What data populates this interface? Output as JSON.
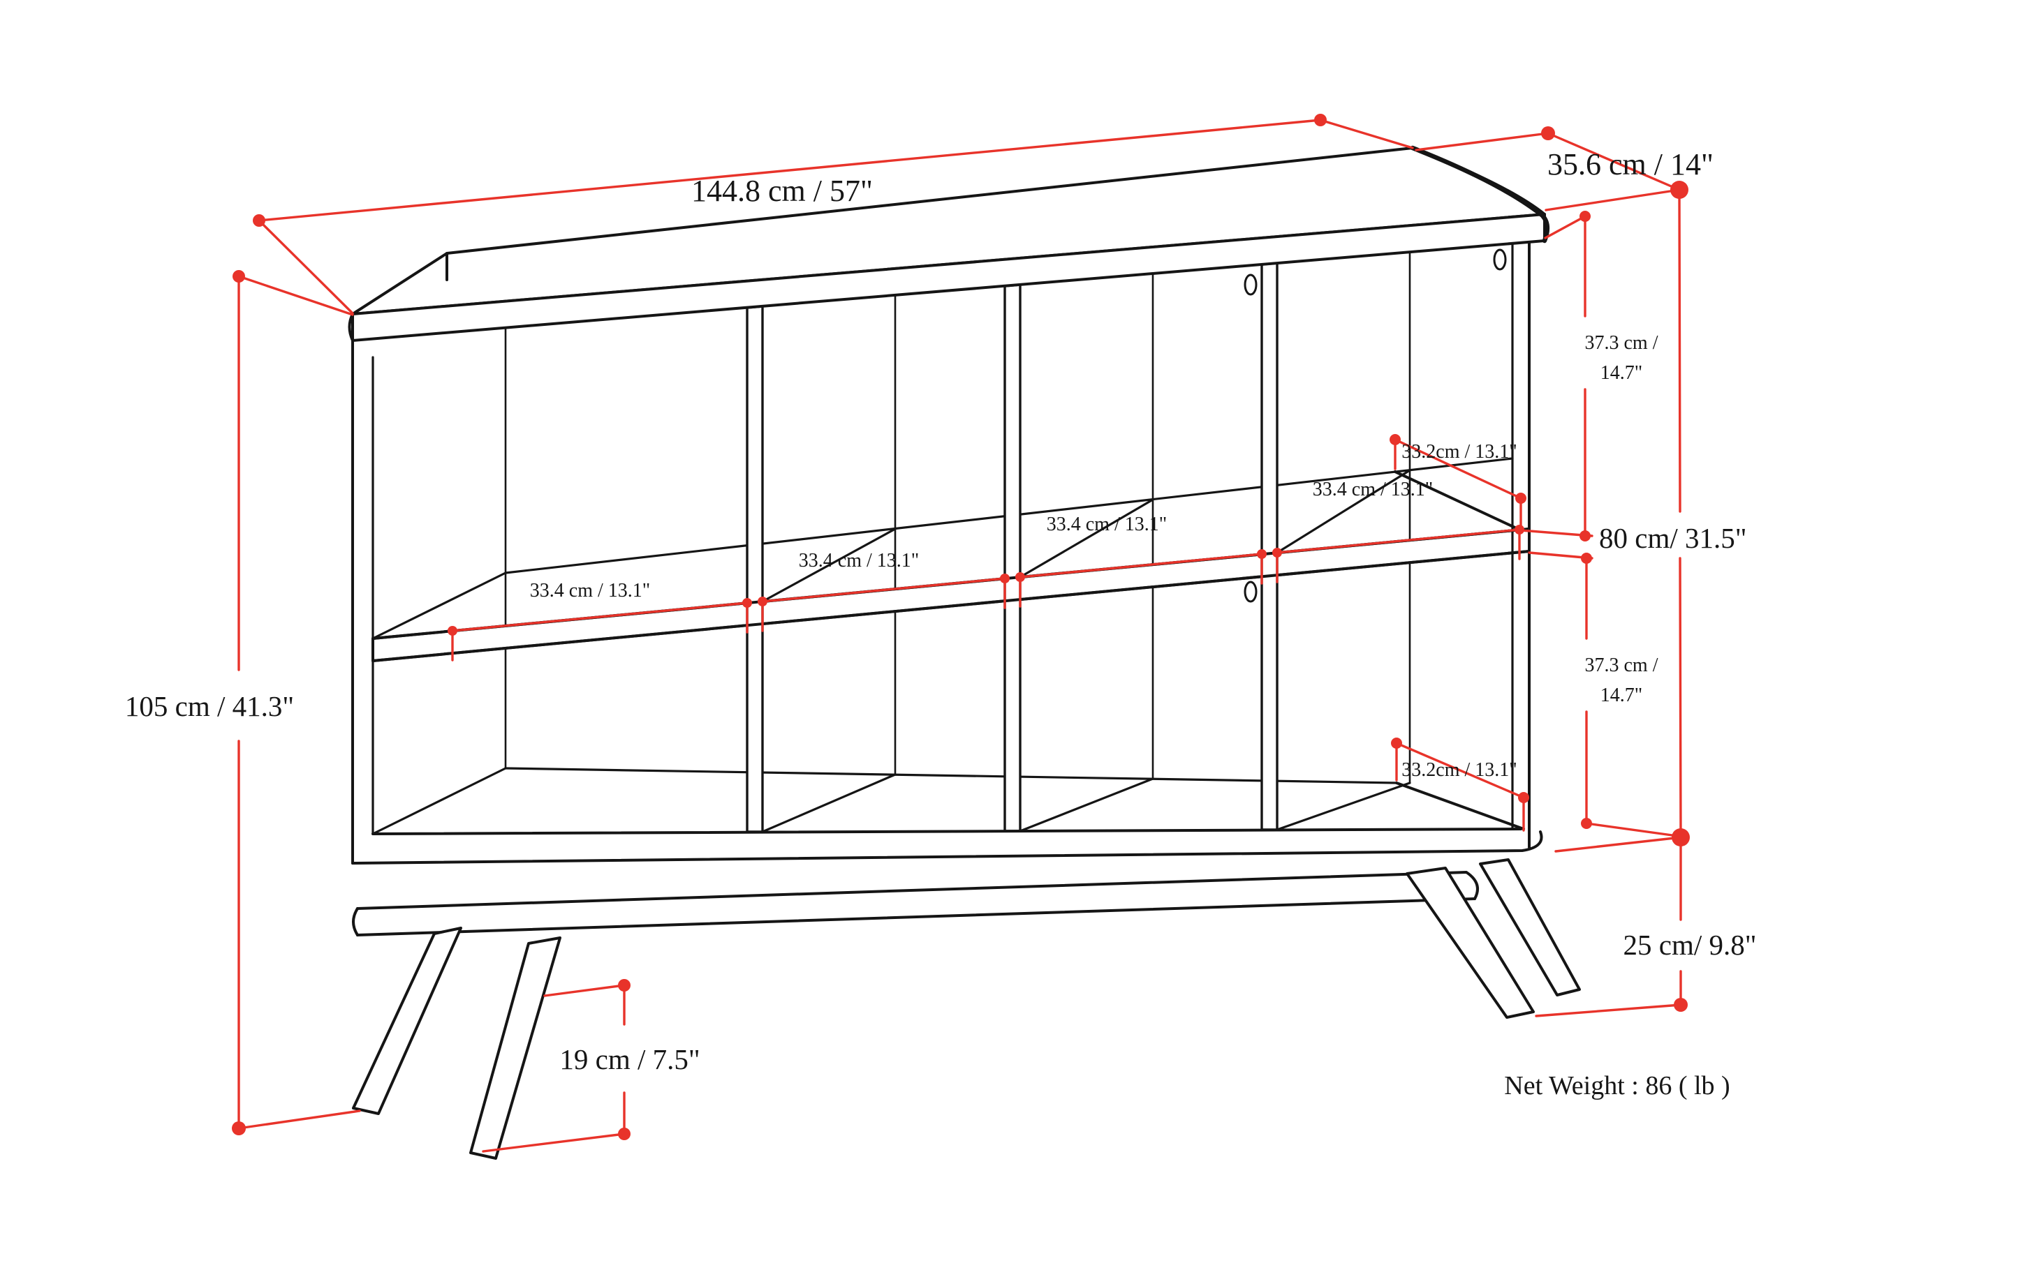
{
  "page": {
    "background": "#ffffff",
    "description": "Dimension diagram of an 8-cube storage console table with splayed legs"
  },
  "colors": {
    "dimension_red": "#e8332a",
    "line_black": "#151515"
  },
  "dims": {
    "width": {
      "label": "144.8 cm / 57\""
    },
    "depth": {
      "label": "35.6 cm / 14\""
    },
    "height": {
      "label": "105 cm / 41.3\""
    },
    "body_height": {
      "label": "80 cm/ 31.5\""
    },
    "base_height": {
      "label": "25 cm/ 9.8\""
    },
    "leg_height": {
      "label": "19 cm / 7.5\""
    },
    "cube_height_top": {
      "line1": "37.3 cm /",
      "line2": "14.7\""
    },
    "cube_height_bottom": {
      "line1": "37.3 cm /",
      "line2": "14.7\""
    },
    "shelf_depth_top": {
      "label": "33.2cm / 13.1\""
    },
    "shelf_depth_bottom": {
      "label": "33.2cm / 13.1\""
    },
    "cube_width_1": {
      "label": "33.4 cm / 13.1\""
    },
    "cube_width_2": {
      "label": "33.4 cm / 13.1\""
    },
    "cube_width_3": {
      "label": "33.4 cm / 13.1\""
    },
    "cube_width_4": {
      "label": "33.4 cm / 13.1\""
    }
  },
  "net_weight": {
    "label": "Net Weight : 86 ( lb )"
  }
}
